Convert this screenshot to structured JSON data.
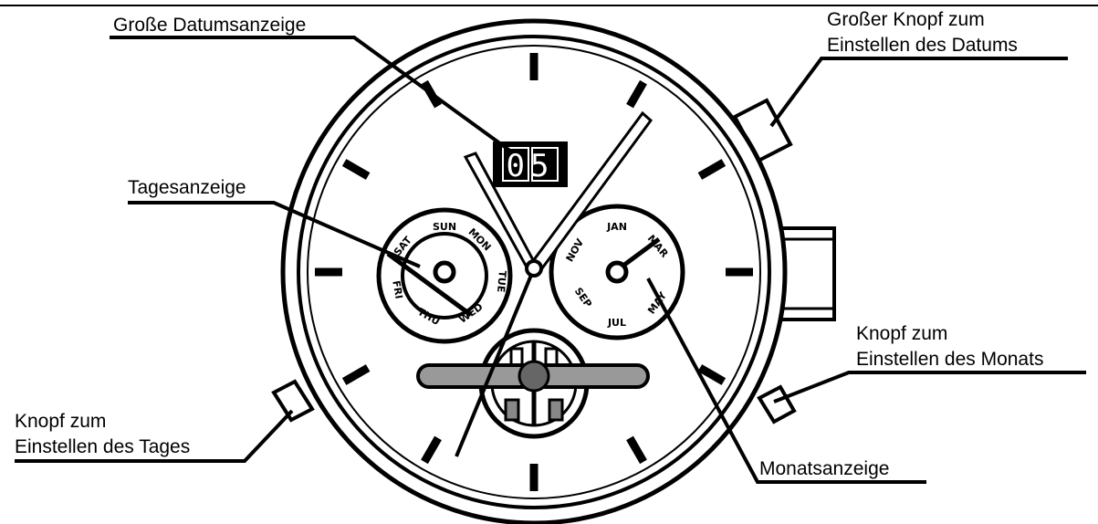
{
  "colors": {
    "ink": "#000000",
    "paper": "#ffffff"
  },
  "labels": {
    "big_date_display": "Große Datumsanzeige",
    "date_button_line1": "Großer Knopf zum",
    "date_button_line2": "Einstellen des Datums",
    "day_display": "Tagesanzeige",
    "month_button_line1": "Knopf zum",
    "month_button_line2": "Einstellen des Monats",
    "day_button_line1": "Knopf zum",
    "day_button_line2": "Einstellen des Tages",
    "month_display": "Monatsanzeige"
  },
  "watch": {
    "date_value": "05",
    "day_dial": {
      "sun": "SUN",
      "mon": "MON",
      "tue": "TUE",
      "wed": "WED",
      "thu": "THU",
      "fri": "FRI",
      "sat": "SAT"
    },
    "month_dial": {
      "jan": "JAN",
      "mar": "MAR",
      "may": "MAY",
      "jul": "JUL",
      "sep": "SEP",
      "nov": "NOV"
    }
  }
}
